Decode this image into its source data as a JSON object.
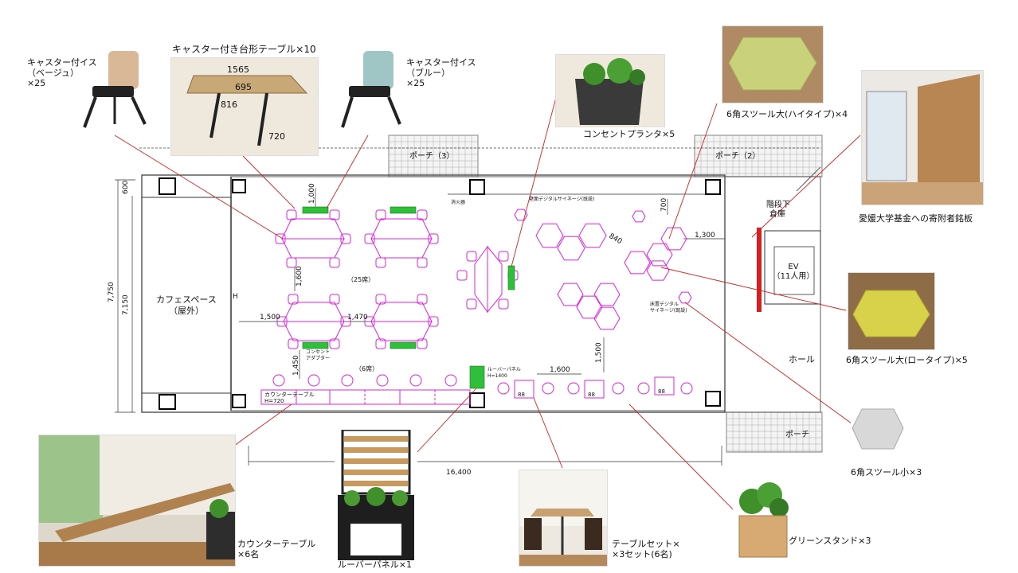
{
  "plan": {
    "overall_width": "16,400",
    "height_outer": "7,750",
    "height_inner": "7,150",
    "top_offset": "600",
    "dim_1000": "1,000",
    "dim_1600_v": "1,600",
    "dim_1500_h": "1,500",
    "dim_1470": "1,470",
    "dim_1450": "1,450",
    "dim_1600_h": "1,600",
    "dim_1500_v": "1,500",
    "dim_700": "700",
    "dim_840": "840",
    "dim_1300": "1,300",
    "cafe_space": "カフェスペース\n（屋外）",
    "porch_3": "ポーチ（3）",
    "porch_2": "ポーチ（2）",
    "porch": "ポーチ",
    "fire_ext": "消火器",
    "wall_signage": "壁面デジタルサイネージ(既設)",
    "floor_signage": "床置デジタル\nサイネージ(既設)",
    "seats_25": "（25席）",
    "seats_6": "（6席）",
    "outlet_adapter": "コンセント\nアダプター",
    "louver_panel": "ルーバーパネル\nH=1400",
    "counter_table": "カウンターテーブル\nH=720",
    "table_88": "88",
    "storage": "階段下\n倉庫",
    "ev": "EV\n（11人用）",
    "hall": "ホール",
    "h_mark": "H"
  },
  "callouts": {
    "chair_beige": "キャスター付イス\n（ベージュ）\n×25",
    "table_title": "キャスター付き台形テーブル×10",
    "table_dims": [
      "1565",
      "695",
      "816",
      "720"
    ],
    "chair_blue": "キャスター付イス\n（ブルー）\n×25",
    "outlet_planter": "コンセントプランタ×5",
    "hex_high": "6角スツール大(ハイタイプ)×4",
    "donor_board": "愛媛大学基金への寄附者銘板",
    "hex_low": "6角スツール大(ロータイプ)×5",
    "hex_small": "6角スツール小×3",
    "counter": "カウンターテーブル\n×6名",
    "louver": "ルーバーパネル×1",
    "table_set": "テーブルセット×\n×3セット(6名)",
    "green_stand": "グリーンスタンド×3"
  },
  "colors": {
    "furniture": "#e020e0",
    "callout_line": "#d42020",
    "green_highlight": "#2fbf3a",
    "ev_door": "#d42020"
  }
}
